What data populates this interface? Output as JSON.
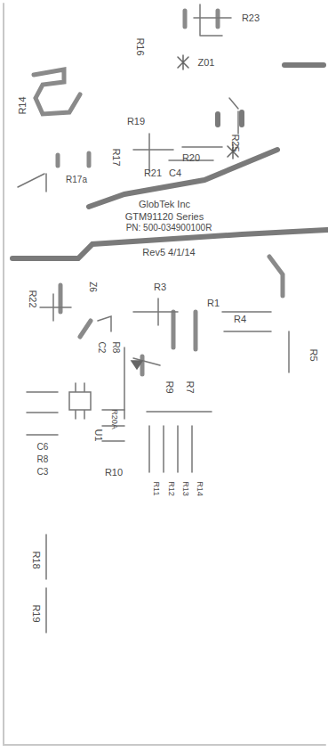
{
  "diagram": {
    "labels": [
      "R23",
      "R16",
      "Z01",
      "R14",
      "R25",
      "R19",
      "R17",
      "R20",
      "C4",
      "R21",
      "R17a",
      "GlobTek Inc",
      "GTM91120 Series",
      "PN: 500-034900100R",
      "Rev5 4/1/14",
      "R22",
      "Z6",
      "R3",
      "R1",
      "R4",
      "R5",
      "C2",
      "R8",
      "R9",
      "R7",
      "U1",
      "C6",
      "R8",
      "C3",
      "R20A",
      "R10",
      "R11",
      "R12",
      "R13",
      "R14",
      "R18",
      "R19"
    ]
  }
}
